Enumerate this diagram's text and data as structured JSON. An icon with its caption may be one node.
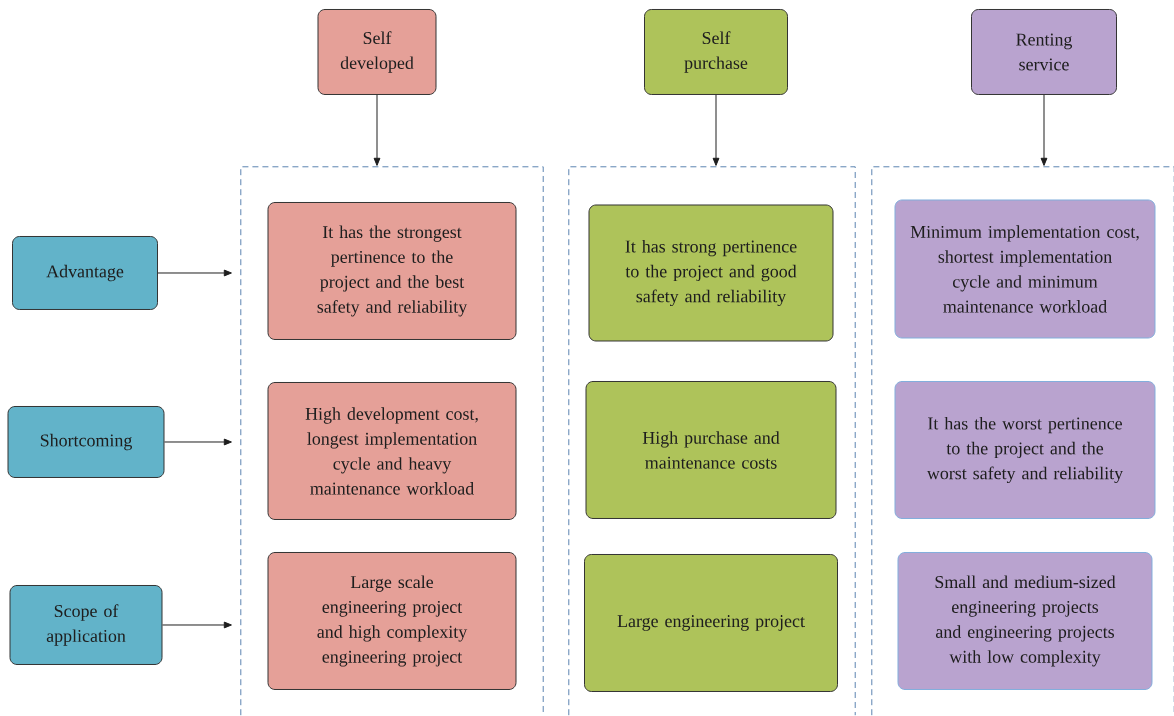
{
  "diagram": {
    "nodes": [
      {
        "text": [
          "Self developed"
        ]
      },
      {
        "text": [
          "Self purchase"
        ]
      },
      {
        "text": [
          "Renting service"
        ]
      },
      {
        "text": [
          "Advantage"
        ]
      },
      {
        "text": [
          "Shortcoming"
        ]
      },
      {
        "text": [
          "Scope of application"
        ]
      },
      {
        "text": [],
        "shape": "box"
      },
      {
        "text": [],
        "shape": "box"
      },
      {
        "text": [],
        "shape": "box"
      },
      {
        "text": [
          "It has the strongest pertinence to the project and the best safety and reliability"
        ],
        "in": 6
      },
      {
        "text": [
          "High development cost, longest implementation cycle and heavy maintenance workload"
        ],
        "in": 6
      },
      {
        "text": [
          "Large scale engineering project and high complexity engineering project"
        ],
        "in": 6
      },
      {
        "text": [
          "It has strong pertinence to the project and good safety and reliability"
        ],
        "in": 7
      },
      {
        "text": [
          "High purchase and maintenance costs"
        ],
        "in": 7
      },
      {
        "text": [
          "Large engineering project"
        ],
        "in": 7
      },
      {
        "text": [
          "Minimum implementation cost, shortest implementation cycle and minimum maintenance workload"
        ],
        "in": 8
      },
      {
        "text": [
          "It has the worst pertinence to the project and the worst safety and reliability"
        ],
        "in": 8
      },
      {
        "text": [
          "Small and medium-sized engineering projects and engineering projects with low complexity"
        ],
        "in": 8
      }
    ],
    "edges": [
      {
        "from": 0,
        "to": 6,
        "arrow": "to"
      },
      {
        "from": 1,
        "to": 7,
        "arrow": "to"
      },
      {
        "from": 2,
        "to": 8,
        "arrow": "to"
      },
      {
        "from": 3,
        "to": 6,
        "arrow": "to"
      },
      {
        "from": 4,
        "to": 6,
        "arrow": "to"
      },
      {
        "from": 5,
        "to": 6,
        "arrow": "to"
      }
    ]
  }
}
